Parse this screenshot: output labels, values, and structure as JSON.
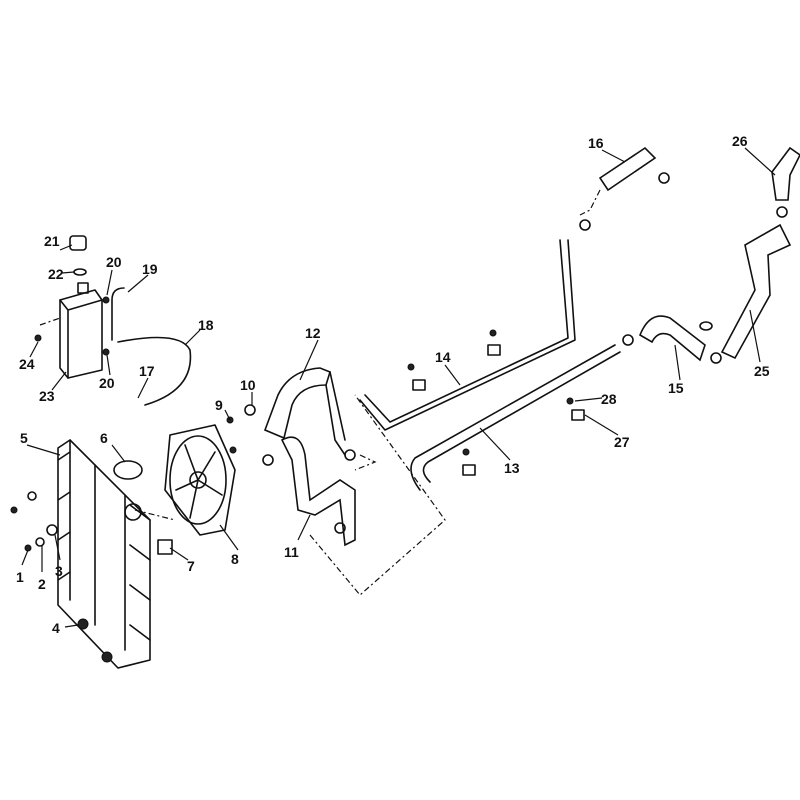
{
  "diagram": {
    "title": "Cooling system exploded parts diagram",
    "callouts": [
      "1",
      "2",
      "3",
      "4",
      "5",
      "6",
      "7",
      "8",
      "9",
      "10",
      "11",
      "12",
      "13",
      "14",
      "15",
      "16",
      "17",
      "18",
      "19",
      "20",
      "20",
      "21",
      "22",
      "23",
      "24",
      "25",
      "26",
      "27",
      "28"
    ]
  }
}
